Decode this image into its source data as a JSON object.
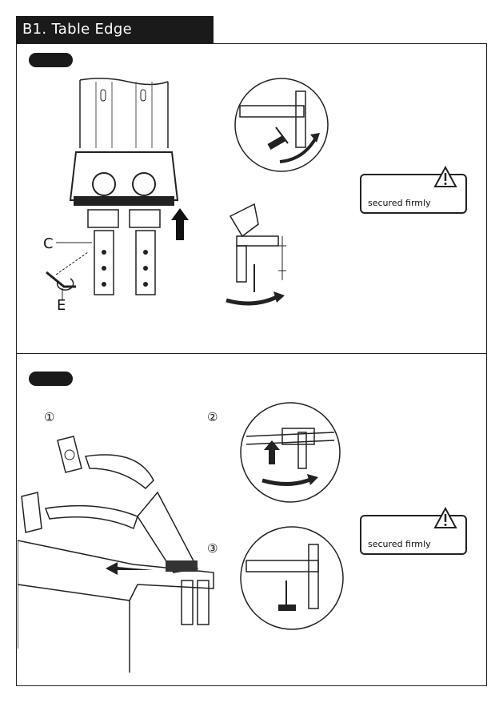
{
  "header": {
    "title": "B1. Table Edge Installation"
  },
  "part1": {
    "label_c": "C",
    "label_e": "E"
  },
  "warnings": [
    {
      "text": "secured firmly"
    },
    {
      "text": "secured firmly"
    }
  ],
  "part2": {
    "step1": "①",
    "step2": "②",
    "step3": "③"
  }
}
